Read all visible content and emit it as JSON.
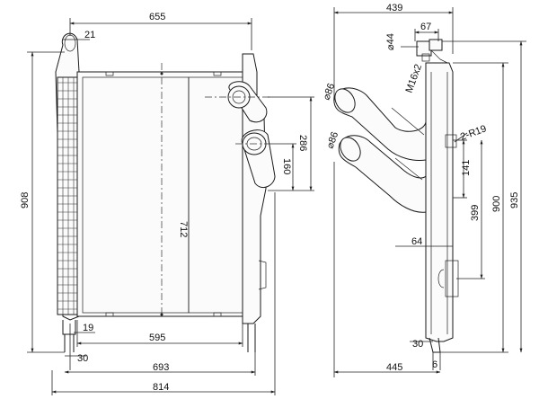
{
  "front_view": {
    "dims": {
      "overall_height": "908",
      "top_width": "655",
      "pipe_offset": "21",
      "core_height": "712",
      "core_width": "595",
      "frame_width": "693",
      "overall_width": "814",
      "bottom_offset": "19",
      "foot_offset": "30",
      "outlet_spacing": "286",
      "outlet_height": "160"
    }
  },
  "side_view": {
    "dims": {
      "depth_top": "439",
      "port_width": "67",
      "port_diameter": "⌀44",
      "thread": "M16x2",
      "inlet_diameter_1": "⌀86",
      "inlet_diameter_2": "⌀86",
      "mount_radius": "2-R19",
      "mount_height_a": "141",
      "mount_height_b": "399",
      "height_900": "900",
      "height_935": "935",
      "tank_width": "64",
      "foot_width": "30",
      "bottom_depth": "445",
      "foot_gap": "6"
    }
  }
}
